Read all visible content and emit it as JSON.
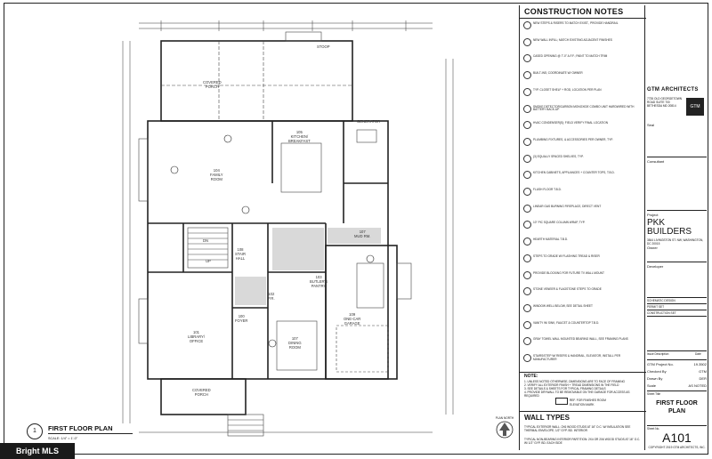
{
  "notes": {
    "title": "CONSTRUCTION NOTES",
    "items": [
      "NEW STEPS & RISERS TO MATCH EXIST., PROVIDE HANDRAIL",
      "NEW WALL INFILL; MATCH EXISTING ADJACENT FINISHES",
      "CASED OPENING @ 7'-0\" A.F.F.; PAINT TO MATCH TRIM",
      "BUILT-INS; COORDINATE W/ OWNER",
      "TYP. CLOSET SHELF + ROD, LOCATION PER PLAN",
      "SMOKE DETECTOR/CARBON MONOXIDE COMBO UNIT HARDWIRED WITH BATTERY BACK-UP",
      "HVAC CONDENSER(S); FIELD VERIFY FINAL LOCATION",
      "PLUMBING FIXTURES, & ACCESSORIES PER OWNER, TYP.",
      "(3) EQUALLY SPACED SHELVES, TYP.",
      "KITCHEN CABINETS, APPLIANCES + COUNTER TOPS, T.B.D.",
      "FLUSH FLOOR T.B.D.",
      "LINEAR GAS BURNING FIREPLACE, DIRECT VENT",
      "10\" PIC SQUARE COLUMN WRAP, TYP.",
      "HEARTH MATERIAL T.B.D.",
      "STEPS TO GRADE W/ FLASHING TREAD & RISER",
      "PROVIDE BLOCKING FOR FUTURE TV WALL MOUNT",
      "STONE VENEER & FLAGSTONE STEPS TO GRADE",
      "WINDOW WELL BELOW, SEE DETAIL SHEET",
      "VANITY W/ SINK, FAUCET & COUNTERTOP T.B.D.",
      "GRAY TOWEL WALL MOUNTED BEARING WALL, SEE FRAMING PLANS",
      "STAIRS/STEP W/ RISERS & HANDRAIL, ELEVATOR, INSTALL PER MANUFACTURER"
    ],
    "note_heading": "NOTE:",
    "note_lines": [
      "1. UNLESS NOTED OTHERWISE, DIMENSIONS ARE TO FACE OF FRAMING",
      "2. VERIFY ALL EXTERIOR FINISH + TREAD DIMENSIONS IN THE FIELD",
      "3. SEE DETAILS & SHEETS FOR TYPICAL FRAMING DETAILS",
      "4. PROVIDE DRYWALL TO BE REMOVABLE ON THE GARAGE FOR ACCESS AS REQUIRED"
    ],
    "legend_ref": "REF. FOR FINISHES ROOM",
    "legend_elev": "ELEVATION MARK",
    "plan_north": "PLAN NORTH",
    "wall_types_title": "WALL TYPES",
    "wall_type_1": "TYPICAL EXTERIOR WALL: 2X6 WOOD STUDS AT 16\" O.C. W/ INSULATION SEE THERMAL ENVELOPE; 1/2\" GYP. BD. INTERIOR",
    "wall_type_2": "TYPICAL NON-BEARING INTERIOR PARTITION: 2X4 OR 2X6 WOOD STUDS AT 16\" O.C. W/ 1/2\" GYP. BD. EACH SIDE"
  },
  "titleblock": {
    "firm": "GTM ARCHITECTS",
    "firm_logo": "GTM",
    "firm_address": "7735 OLD GEORGETOWN ROAD SUITE 700 BETHESDA MD 20814",
    "seal_label": "Seal",
    "consultant_label": "Consultant",
    "project_label": "Project",
    "project_name_1": "PKK",
    "project_name_2": "BUILDERS",
    "project_address": "3844 LIVINGSTON ST. NW, WASHINGTON, DC 20015",
    "owner_label": "Owner",
    "developer_label": "Developer",
    "phases": [
      "SCHEMATIC DESIGN",
      "PERMIT SET",
      "CONSTRUCTION SET"
    ],
    "issue_label": "Issue Description",
    "date_label": "Date",
    "gtm_project_label": "GTM Project No.",
    "gtm_project_no": "19.3502",
    "checked_label": "Checked By",
    "checked_by": "GTM",
    "drawn_label": "Drawn By",
    "drawn_by": "DER",
    "scale_label": "Scale",
    "scale": "AS NOTED",
    "sheet_title_label": "Sheet Title",
    "sheet_title_1": "FIRST FLOOR",
    "sheet_title_2": "PLAN",
    "sheet_no_label": "Sheet No.",
    "sheet_no": "A101",
    "copyright": "COPYRIGHT 2019 GTM ARCHITECTS, INC."
  },
  "plan": {
    "caption": "FIRST FLOOR PLAN",
    "caption_num": "1",
    "scale": "SCALE: 1/4\" = 1'-0\"",
    "stoop": "STOOP",
    "rooms": [
      {
        "name": "COVERED",
        "name2": "PORCH",
        "num": ""
      },
      {
        "name": "KITCHEN/",
        "name2": "BREAKFAST",
        "num": "105"
      },
      {
        "name": "FAMILY",
        "name2": "ROOM",
        "num": "104"
      },
      {
        "name": "STAIR",
        "name2": "HALL",
        "num": "108"
      },
      {
        "name": "BUTLER'S",
        "name2": "PANTRY",
        "num": "103"
      },
      {
        "name": "MUD RM.",
        "name2": "",
        "num": "107"
      },
      {
        "name": "FOYER",
        "name2": "",
        "num": "100"
      },
      {
        "name": "P.R.",
        "name2": "",
        "num": "102"
      },
      {
        "name": "LIBRARY/",
        "name2": "OFFICE",
        "num": "101"
      },
      {
        "name": "DINING",
        "name2": "ROOM",
        "num": "107"
      },
      {
        "name": "ONE-CAR",
        "name2": "GARAGE",
        "num": "109"
      },
      {
        "name": "COVERED",
        "name2": "PORCH",
        "num": ""
      },
      {
        "name": "GENERATOR",
        "name2": "",
        "num": ""
      },
      {
        "name": "DN",
        "name2": "",
        "num": ""
      },
      {
        "name": "UP",
        "name2": "",
        "num": ""
      }
    ]
  },
  "watermark": "Bright MLS"
}
